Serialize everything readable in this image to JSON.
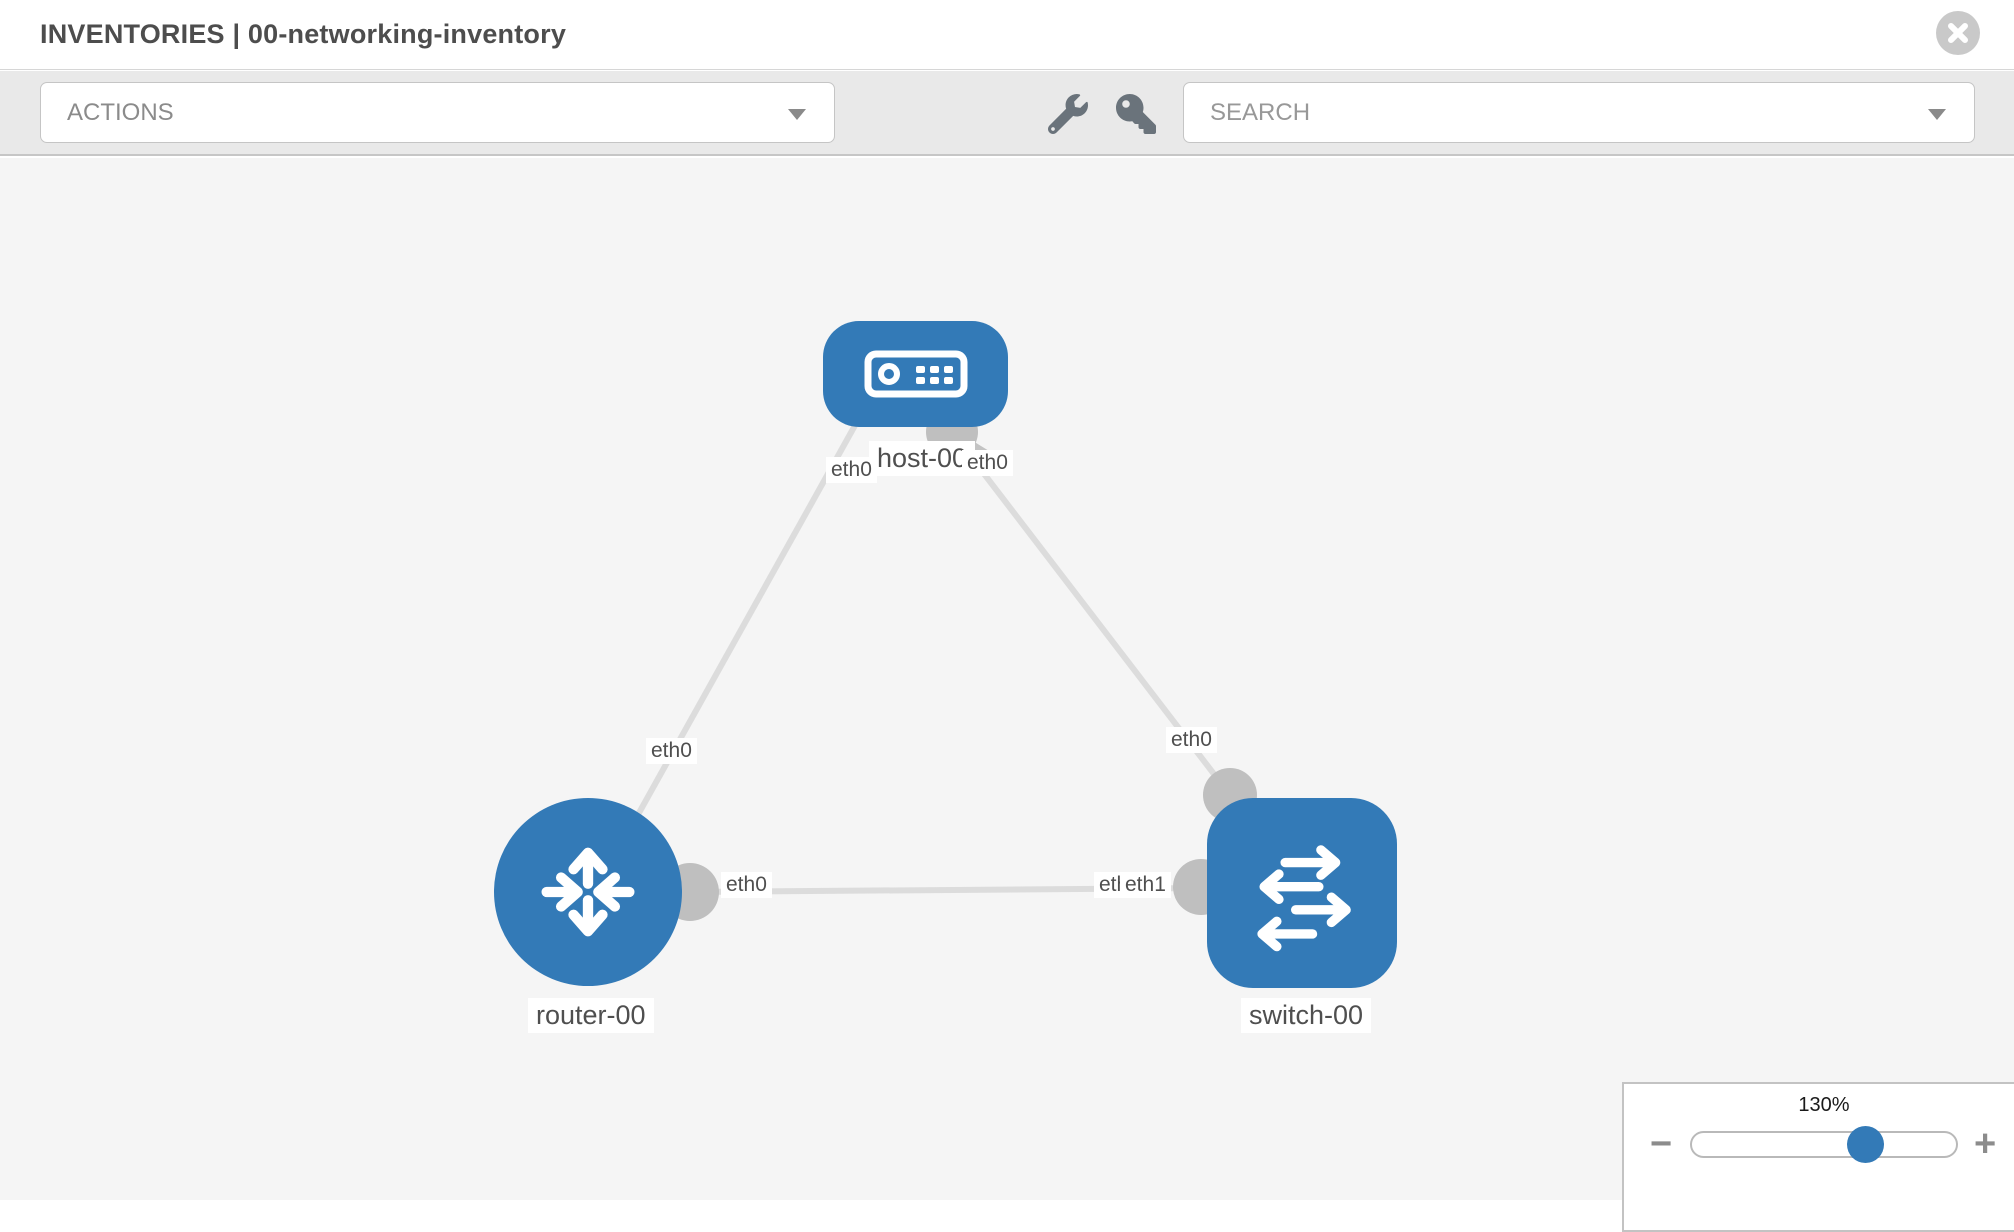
{
  "header": {
    "title": "INVENTORIES | 00-networking-inventory"
  },
  "toolbar": {
    "actions": {
      "label": "ACTIONS"
    },
    "tools": [
      {
        "icon": "wrench-icon"
      },
      {
        "icon": "key-icon"
      }
    ],
    "search": {
      "placeholder": "SEARCH"
    }
  },
  "topology": {
    "nodes": [
      {
        "id": "host-00",
        "type": "host",
        "label": "host-00"
      },
      {
        "id": "router-00",
        "type": "router",
        "label": "router-00"
      },
      {
        "id": "switch-00",
        "type": "switch",
        "label": "switch-00"
      }
    ],
    "links": [
      {
        "source": "host-00",
        "source_interface": "eth0",
        "target": "router-00",
        "target_interface": "eth0"
      },
      {
        "source": "host-00",
        "source_interface": "eth0",
        "target": "switch-00",
        "target_interface": "eth0"
      },
      {
        "source": "router-00",
        "source_interface": "eth0",
        "target": "switch-00",
        "target_interface": "eth1"
      }
    ],
    "interface_labels": {
      "host_side_to_router": "eth0",
      "host_side_to_switch": "eth0",
      "router_side_to_host": "eth0",
      "switch_side_to_host": "eth0",
      "router_side_to_switch": "eth0",
      "switch_side_to_router_back": "eth0",
      "switch_side_to_router_front": "eth1"
    }
  },
  "zoom_control": {
    "level": "130%",
    "percent": 130,
    "minus_label": "−",
    "plus_label": "+"
  },
  "colors": {
    "node_blue": "#337ab7",
    "link_gray": "#dcdcdc",
    "connector_gray": "#bfbfbf",
    "toolbar_bg": "#e9e9e9",
    "canvas_bg": "#f5f5f5"
  }
}
